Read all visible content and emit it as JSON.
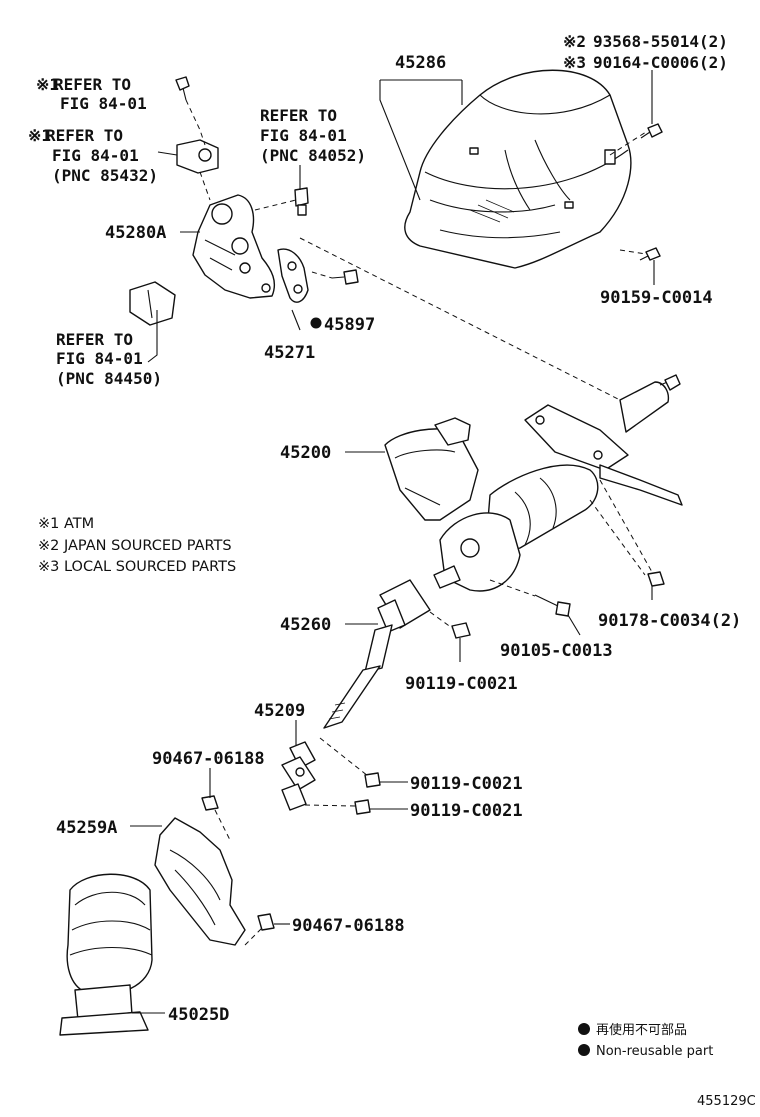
{
  "labels": {
    "p45286": "45286",
    "s93568_mark": "※2",
    "s93568": "93568-55014(2)",
    "s90164_mark": "※3",
    "s90164": "90164-C0006(2)",
    "p90159": "90159-C0014",
    "ref1_mark": "※1",
    "ref1_l1": "REFER TO",
    "ref1_l2": "FIG 84-01",
    "ref2_mark": "※1",
    "ref2_l1": "REFER TO",
    "ref2_l2": "FIG 84-01",
    "ref2_l3": "(PNC 85432)",
    "ref3_l1": "REFER TO",
    "ref3_l2": "FIG 84-01",
    "ref3_l3": "(PNC 84052)",
    "p45280A": "45280A",
    "p45897": "45897",
    "p45271": "45271",
    "ref4_l1": "REFER TO",
    "ref4_l2": "FIG 84-01",
    "ref4_l3": "(PNC 84450)",
    "p45200": "45200",
    "p90178": "90178-C0034(2)",
    "p45260": "45260",
    "p90105": "90105-C0013",
    "p90119a": "90119-C0021",
    "p45209": "45209",
    "p90467a": "90467-06188",
    "p90119b": "90119-C0021",
    "p90119c": "90119-C0021",
    "p45259A": "45259A",
    "p90467b": "90467-06188",
    "p45025D": "45025D"
  },
  "notes": {
    "n1": "※1 ATM",
    "n2": "※2 JAPAN SOURCED PARTS",
    "n3": "※3 LOCAL SOURCED PARTS"
  },
  "legend": {
    "jp": "再使用不可部品",
    "en": "Non-reusable part"
  },
  "figure_id": "455129C"
}
